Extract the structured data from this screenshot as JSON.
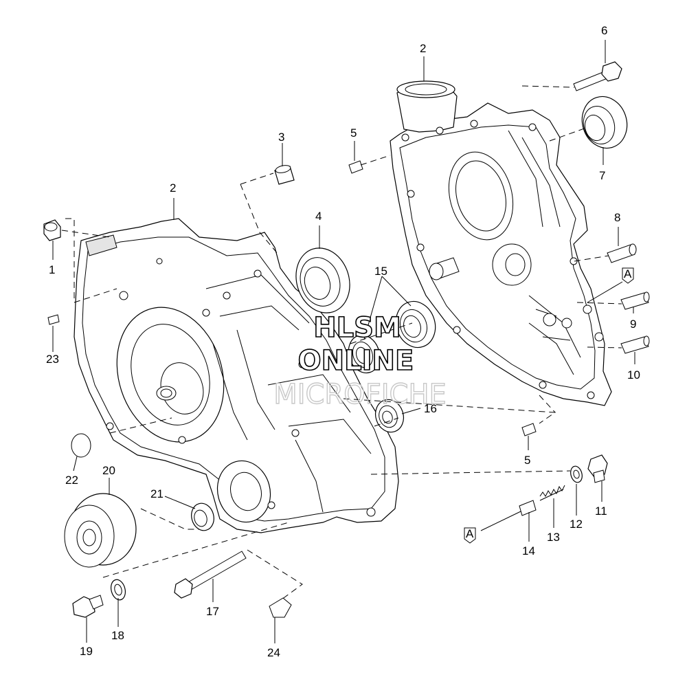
{
  "watermark": {
    "line1": "HLSM",
    "line2": "ONLINE",
    "line3": "MICROFICHE"
  },
  "callouts": [
    {
      "id": "c1",
      "label": "1"
    },
    {
      "id": "c2a",
      "label": "2"
    },
    {
      "id": "c2b",
      "label": "2"
    },
    {
      "id": "c3",
      "label": "3"
    },
    {
      "id": "c4",
      "label": "4"
    },
    {
      "id": "c5a",
      "label": "5"
    },
    {
      "id": "c5b",
      "label": "5"
    },
    {
      "id": "c6",
      "label": "6"
    },
    {
      "id": "c7",
      "label": "7"
    },
    {
      "id": "c8",
      "label": "8"
    },
    {
      "id": "c9",
      "label": "9"
    },
    {
      "id": "c10",
      "label": "10"
    },
    {
      "id": "c11",
      "label": "11"
    },
    {
      "id": "c12",
      "label": "12"
    },
    {
      "id": "c13",
      "label": "13"
    },
    {
      "id": "c14",
      "label": "14"
    },
    {
      "id": "c15",
      "label": "15"
    },
    {
      "id": "c16",
      "label": "16"
    },
    {
      "id": "c17",
      "label": "17"
    },
    {
      "id": "c18",
      "label": "18"
    },
    {
      "id": "c19",
      "label": "19"
    },
    {
      "id": "c20",
      "label": "20"
    },
    {
      "id": "c21",
      "label": "21"
    },
    {
      "id": "c22",
      "label": "22"
    },
    {
      "id": "c23",
      "label": "23"
    },
    {
      "id": "c24",
      "label": "24"
    },
    {
      "id": "refA1",
      "label": "A"
    },
    {
      "id": "refA2",
      "label": "A"
    }
  ]
}
